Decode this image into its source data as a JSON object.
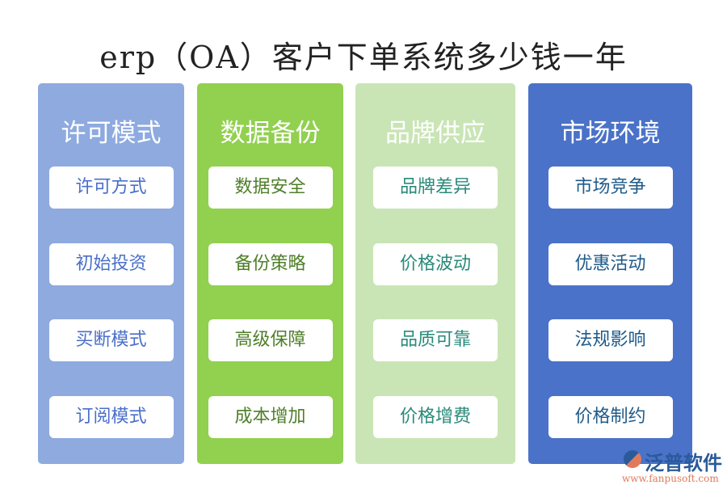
{
  "title": "erp（OA）客户下单系统多少钱一年",
  "columns": [
    {
      "heading": "许可模式",
      "color": "#8eaadf",
      "text_color": "#4a6fc9",
      "items": [
        "许可方式",
        "初始投资",
        "买断模式",
        "订阅模式"
      ]
    },
    {
      "heading": "数据备份",
      "color": "#92d050",
      "text_color": "#4f7f2a",
      "items": [
        "数据安全",
        "备份策略",
        "高级保障",
        "成本增加"
      ]
    },
    {
      "heading": "品牌供应",
      "color": "#c9e5b5",
      "text_color": "#2a8a7a",
      "items": [
        "品牌差异",
        "价格波动",
        "品质可靠",
        "价格增费"
      ]
    },
    {
      "heading": "市场环境",
      "color": "#4a72c8",
      "text_color": "#1f5a8a",
      "items": [
        "市场竞争",
        "优惠活动",
        "法规影响",
        "价格制约"
      ]
    }
  ],
  "logo": {
    "name": "泛普软件",
    "url": "www.fanpusoft.com"
  }
}
